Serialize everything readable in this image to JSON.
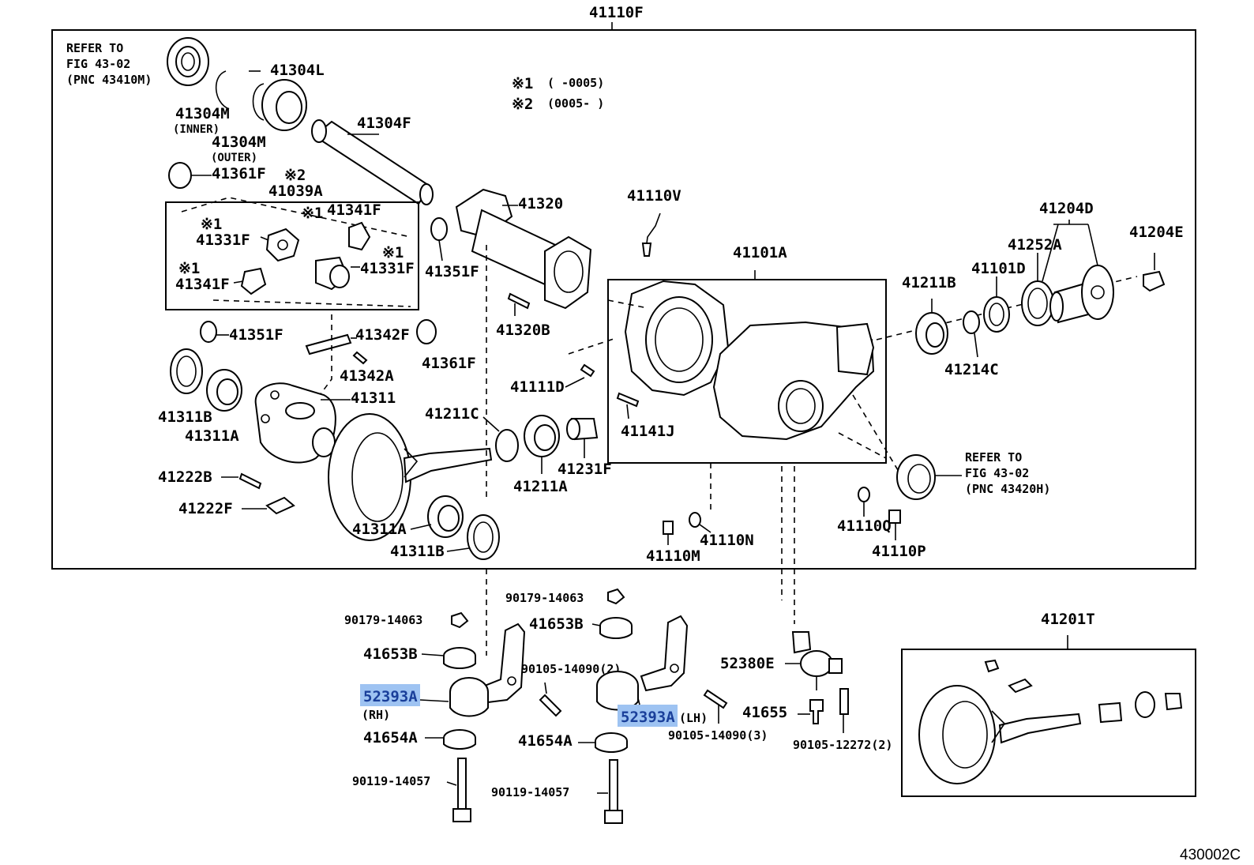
{
  "diagram": {
    "assembly_label": "41110F",
    "figure_code": "430002C",
    "legend": [
      {
        "mark": "※1",
        "range": "(      -0005)"
      },
      {
        "mark": "※2",
        "range": "(0005-      )"
      }
    ],
    "refer_top": [
      "REFER TO",
      "FIG 43-02",
      "(PNC 43410M)"
    ],
    "refer_right": [
      "REFER TO",
      "FIG 43-02",
      "(PNC 43420H)"
    ],
    "labels": {
      "p41304L": "41304L",
      "p41304M_inner": "41304M",
      "inner": "(INNER)",
      "p41304M_outer": "41304M",
      "outer": "(OUTER)",
      "p41304F": "41304F",
      "p41361F_top": "41361F",
      "mark2_a": "※2",
      "p41039A": "41039A",
      "mark1_a": "※1",
      "p41341F_a": "41341F",
      "mark1_b": "※1",
      "p41331F_a": "41331F",
      "mark1_c": "※1",
      "p41331F_b": "41331F",
      "mark1_d": "※1",
      "p41341F_b": "41341F",
      "p41351F_a": "41351F",
      "p41351F_b": "41351F",
      "p41342F": "41342F",
      "p41342A": "41342A",
      "p41361F_b": "41361F",
      "p41311": "41311",
      "p41311B_a": "41311B",
      "p41311A_a": "41311A",
      "p41222B": "41222B",
      "p41222F": "41222F",
      "p41311A_b": "41311A",
      "p41311B_b": "41311B",
      "p41320": "41320",
      "p41320B": "41320B",
      "p41111D": "41111D",
      "p41211C": "41211C",
      "p41231F": "41231F",
      "p41211A": "41211A",
      "p41110V": "41110V",
      "p41101A": "41101A",
      "p41141J": "41141J",
      "p41110N": "41110N",
      "p41110M": "41110M",
      "p41110Q": "41110Q",
      "p41110P": "41110P",
      "p41211B": "41211B",
      "p41101D": "41101D",
      "p41252A": "41252A",
      "p41204D": "41204D",
      "p41204E": "41204E",
      "p41214C": "41214C",
      "b90179_a": "90179-14063",
      "b90179_b": "90179-14063",
      "p41653B_a": "41653B",
      "p41653B_b": "41653B",
      "b90105_14090_2": "90105-14090(2)",
      "p52393A_rh": "52393A",
      "rh": "(RH)",
      "p52393A_lh": "52393A",
      "lh": "(LH)",
      "b90105_14090_3": "90105-14090(3)",
      "p52380E": "52380E",
      "p41655": "41655",
      "b90105_12272": "90105-12272(2)",
      "p41654A_a": "41654A",
      "p41654A_b": "41654A",
      "b90119_a": "90119-14057",
      "b90119_b": "90119-14057",
      "p41201T": "41201T"
    }
  }
}
